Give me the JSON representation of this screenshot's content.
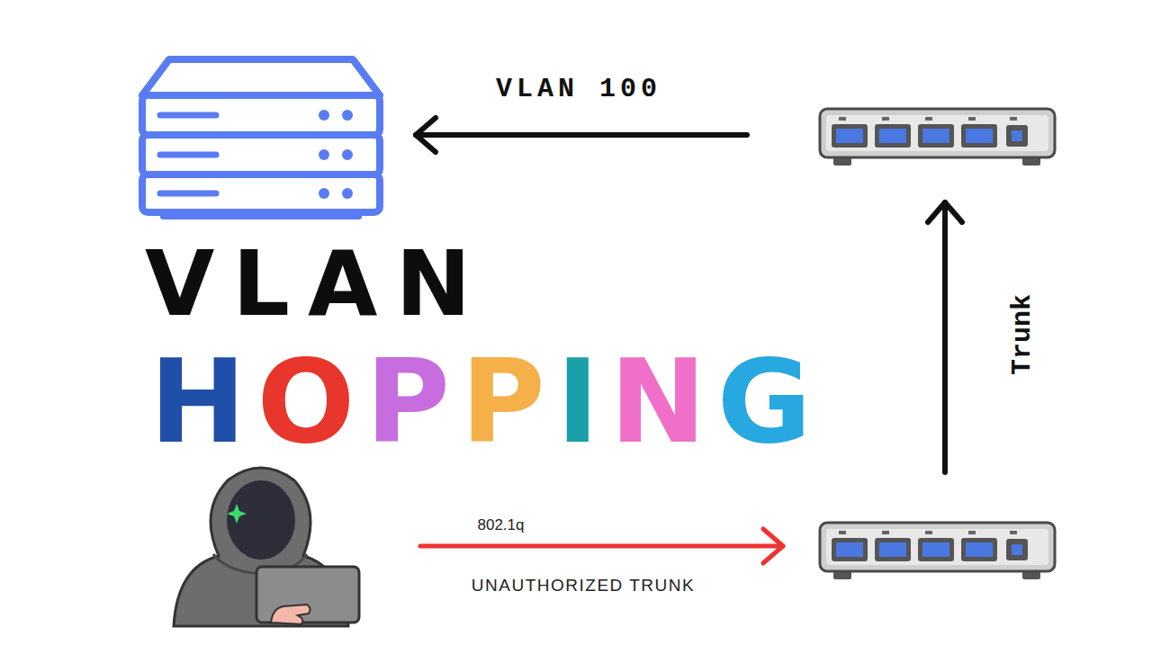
{
  "diagram": {
    "nodes": [
      {
        "text": []
      },
      {
        "text": []
      },
      {
        "text": []
      },
      {
        "text": []
      }
    ],
    "edges": [
      {
        "from": 1,
        "to": 0,
        "arrow": "to",
        "label": "VLAN 100"
      },
      {
        "from": 2,
        "to": 1,
        "arrow": "to",
        "label": "Trunk"
      },
      {
        "from": 3,
        "to": 2,
        "arrow": "to",
        "label": "802.1q"
      }
    ],
    "labels": [
      "VLAN",
      "HOPPING",
      "UNAUTHORIZED TRUNK"
    ]
  }
}
